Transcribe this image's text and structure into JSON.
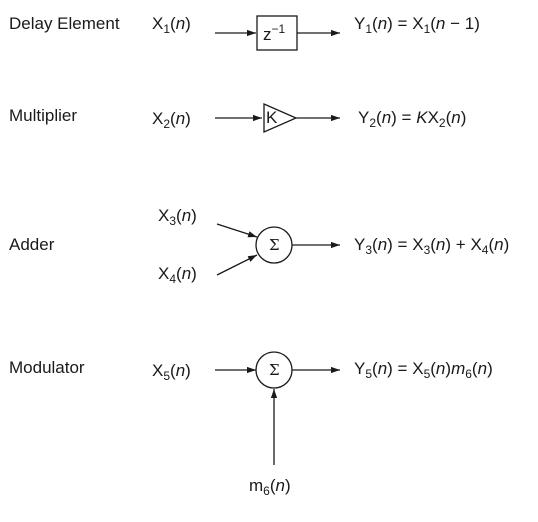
{
  "rows": {
    "delay": {
      "label": "Delay Element",
      "input": {
        "sym": "X",
        "sub": "1",
        "arg": "n"
      },
      "box_base": "z",
      "box_exp": "−1",
      "out": {
        "sym": "Y",
        "sub": "1",
        "arg": "n",
        "eq_sym": "X",
        "eq_sub": "1",
        "eq_arg": "n",
        "eq_tail": " − 1)"
      }
    },
    "multiplier": {
      "label": "Multiplier",
      "input": {
        "sym": "X",
        "sub": "2",
        "arg": "n"
      },
      "gain": "K",
      "out": {
        "sym": "Y",
        "sub": "2",
        "arg": "n",
        "eq_coef": "K",
        "eq_sym": "X",
        "eq_sub": "2",
        "eq_arg": "n"
      }
    },
    "adder": {
      "label": "Adder",
      "input_a": {
        "sym": "X",
        "sub": "3",
        "arg": "n"
      },
      "input_b": {
        "sym": "X",
        "sub": "4",
        "arg": "n"
      },
      "node": "Σ",
      "out": {
        "sym": "Y",
        "sub": "3",
        "arg": "n",
        "eq_a_sym": "X",
        "eq_a_sub": "3",
        "eq_a_arg": "n",
        "plus": " + ",
        "eq_b_sym": "X",
        "eq_b_sub": "4",
        "eq_b_arg": "n"
      }
    },
    "modulator": {
      "label": "Modulator",
      "input": {
        "sym": "X",
        "sub": "5",
        "arg": "n"
      },
      "node": "Σ",
      "carrier": {
        "sym": "m",
        "sub": "6",
        "arg": "n"
      },
      "out": {
        "sym": "Y",
        "sub": "5",
        "arg": "n",
        "eq_sym": "X",
        "eq_sub": "5",
        "eq_arg": "n",
        "eq_m": "m",
        "eq_m_sub": "6",
        "eq_m_arg": "n"
      }
    }
  }
}
